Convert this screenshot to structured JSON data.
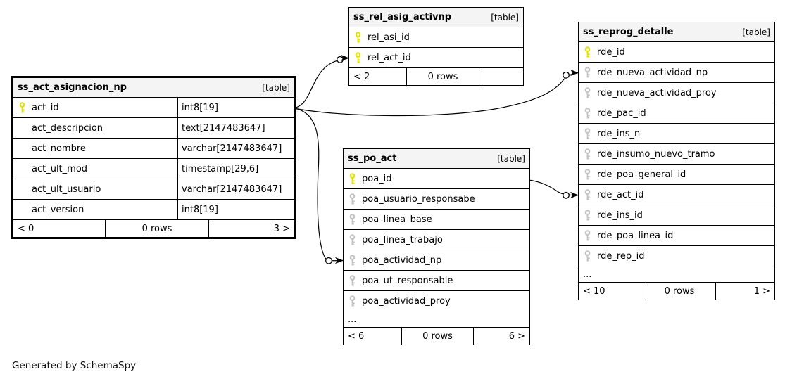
{
  "page": {
    "generated_by": "Generated by SchemaSpy"
  },
  "colors": {
    "primary_key": "#e2e200",
    "foreign_key": "#c3c3c3",
    "header_bg": "#f4f4f4",
    "border": "#000000"
  },
  "tables": [
    {
      "name": "ss_act_asignacion_np",
      "tag": "[table]",
      "has_types": true,
      "columns": [
        {
          "name": "act_id",
          "type": "int8[19]",
          "key": "pk"
        },
        {
          "name": "act_descripcion",
          "type": "text[2147483647]",
          "key": null
        },
        {
          "name": "act_nombre",
          "type": "varchar[2147483647]",
          "key": null
        },
        {
          "name": "act_ult_mod",
          "type": "timestamp[29,6]",
          "key": null
        },
        {
          "name": "act_ult_usuario",
          "type": "varchar[2147483647]",
          "key": null
        },
        {
          "name": "act_version",
          "type": "int8[19]",
          "key": null
        }
      ],
      "footer": {
        "left": "< 0",
        "center": "0 rows",
        "right": "3 >"
      }
    },
    {
      "name": "ss_rel_asig_activnp",
      "tag": "[table]",
      "has_types": false,
      "columns": [
        {
          "name": "rel_asi_id",
          "key": "pk"
        },
        {
          "name": "rel_act_id",
          "key": "pk"
        }
      ],
      "footer": {
        "left": "< 2",
        "center": "0 rows",
        "right": ""
      }
    },
    {
      "name": "ss_po_act",
      "tag": "[table]",
      "has_types": false,
      "columns": [
        {
          "name": "poa_id",
          "key": "pk"
        },
        {
          "name": "poa_usuario_responsabe",
          "key": "fk"
        },
        {
          "name": "poa_linea_base",
          "key": "fk"
        },
        {
          "name": "poa_linea_trabajo",
          "key": "fk"
        },
        {
          "name": "poa_actividad_np",
          "key": "fk"
        },
        {
          "name": "poa_ut_responsable",
          "key": "fk"
        },
        {
          "name": "poa_actividad_proy",
          "key": "fk"
        },
        {
          "name": "...",
          "key": null,
          "ellipsis": true
        }
      ],
      "footer": {
        "left": "< 6",
        "center": "0 rows",
        "right": "6 >"
      }
    },
    {
      "name": "ss_reprog_detalle",
      "tag": "[table]",
      "has_types": false,
      "columns": [
        {
          "name": "rde_id",
          "key": "pk"
        },
        {
          "name": "rde_nueva_actividad_np",
          "key": "fk"
        },
        {
          "name": "rde_nueva_actividad_proy",
          "key": "fk"
        },
        {
          "name": "rde_pac_id",
          "key": "fk"
        },
        {
          "name": "rde_ins_n",
          "key": "fk"
        },
        {
          "name": "rde_insumo_nuevo_tramo",
          "key": "fk"
        },
        {
          "name": "rde_poa_general_id",
          "key": "fk"
        },
        {
          "name": "rde_act_id",
          "key": "fk"
        },
        {
          "name": "rde_ins_id",
          "key": "fk"
        },
        {
          "name": "rde_poa_linea_id",
          "key": "fk"
        },
        {
          "name": "rde_rep_id",
          "key": "fk"
        },
        {
          "name": "...",
          "key": null,
          "ellipsis": true
        }
      ],
      "footer": {
        "left": "< 10",
        "center": "0 rows",
        "right": "1 >"
      }
    }
  ],
  "relationships": [
    {
      "from": "ss_act_asignacion_np.act_id",
      "to": "ss_rel_asig_activnp.rel_act_id"
    },
    {
      "from": "ss_act_asignacion_np.act_id",
      "to": "ss_po_act.poa_actividad_np"
    },
    {
      "from": "ss_act_asignacion_np.act_id",
      "to": "ss_reprog_detalle.rde_nueva_actividad_np"
    },
    {
      "from": "ss_po_act.poa_id",
      "to": "ss_reprog_detalle.rde_act_id"
    }
  ]
}
